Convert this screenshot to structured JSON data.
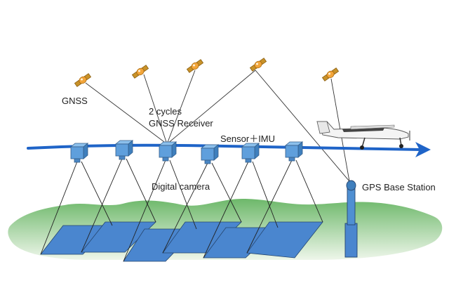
{
  "labels": {
    "gnss": "GNSS",
    "receiver_line1": "2 cycles",
    "receiver_line2": "GNSS Receiver",
    "sensor_imu": "Sensor＋IMU",
    "digital_camera": "Digital camera",
    "gps_base_station": "GPS Base Station"
  },
  "colors": {
    "flight_path": "#1f64c8",
    "camera_fill": "#5f9fdc",
    "footprint_fill": "#4a86cf",
    "terrain_top": "#6db86a",
    "terrain_bottom": "#eef6ea",
    "satellite_body": "#f2a53a",
    "satellite_panel": "#c8922a"
  },
  "icons": {
    "satellite": "satellite-icon",
    "camera": "camera-icon",
    "aircraft": "aircraft-icon",
    "base_station": "base-station-icon"
  }
}
